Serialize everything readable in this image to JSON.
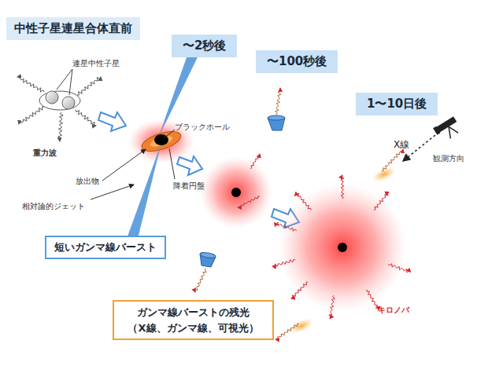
{
  "diagram": {
    "title": "中性子星連星合体直前",
    "nodes": [
      {
        "text": [
          "〜2秒後"
        ]
      },
      {
        "text": [
          "〜100秒後"
        ]
      },
      {
        "text": [
          "1〜10日後"
        ]
      },
      {
        "text": [
          "短いガンマ線バースト"
        ]
      },
      {
        "text": [
          "ガンマ線バーストの残光 （X線、ガンマ線、可視光）"
        ]
      }
    ],
    "labels": [
      "連星中性子星",
      "重力波",
      "ブラックホール",
      "放出物",
      "降着円盤",
      "相対論的ジェット",
      "X線",
      "観測方向",
      "キロノバ"
    ]
  }
}
